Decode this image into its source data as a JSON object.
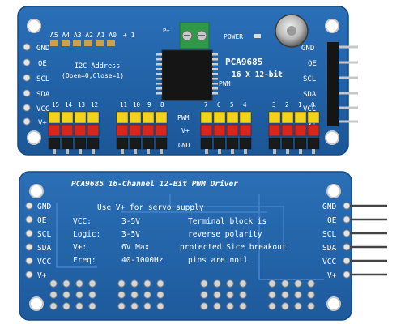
{
  "top_board": {
    "chip_label": "PCA9685",
    "channel_info": "16 X 12-bit",
    "pwm_label": "PWM",
    "address_title": "I2C Address",
    "address_note": "(Open=0,Close=1)",
    "address_pads": "A5 A4 A3 A2 A1 A0",
    "pad_marks": "+ 1",
    "power_label": "POWER",
    "header_labels_top": [
      "15",
      "14",
      "13",
      "12",
      "11",
      "10",
      "9",
      "8",
      "7",
      "6",
      "5",
      "4",
      "3",
      "2",
      "1",
      "0"
    ],
    "rail_labels": [
      "PWM",
      "V+",
      "GND"
    ],
    "left_pins": [
      "GND",
      "OE",
      "SCL",
      "SDA",
      "VCC",
      "V+"
    ],
    "right_pins": [
      "GND",
      "OE",
      "SCL",
      "SDA",
      "VCC",
      "V+"
    ]
  },
  "bottom_board": {
    "title": "PCA9685 16-Channel 12-Bit PWM Driver",
    "supply_note": "Use V+ for servo supply",
    "specs": [
      {
        "key": "VCC:",
        "value": "3-5V"
      },
      {
        "key": "Logic:",
        "value": "3-5V"
      },
      {
        "key": "V+:",
        "value": "6V Max"
      },
      {
        "key": "Freq:",
        "value": "40-1000Hz"
      }
    ],
    "warning_lines": [
      "Terminal block is",
      "reverse polarity",
      "protected.Sice breakout",
      "pins are notl"
    ],
    "left_pins": [
      "GND",
      "OE",
      "SCL",
      "SDA",
      "VCC",
      "V+"
    ],
    "right_pins": [
      "GND",
      "OE",
      "SCL",
      "SDA",
      "VCC",
      "V+"
    ]
  },
  "colors": {
    "pcb_blue": "#1f5fa8",
    "pcb_edge": "#174a86",
    "header_yellow": "#f2d21b",
    "header_red": "#d9261c",
    "header_black": "#1a1a1a",
    "terminal_green": "#2e9a48"
  }
}
